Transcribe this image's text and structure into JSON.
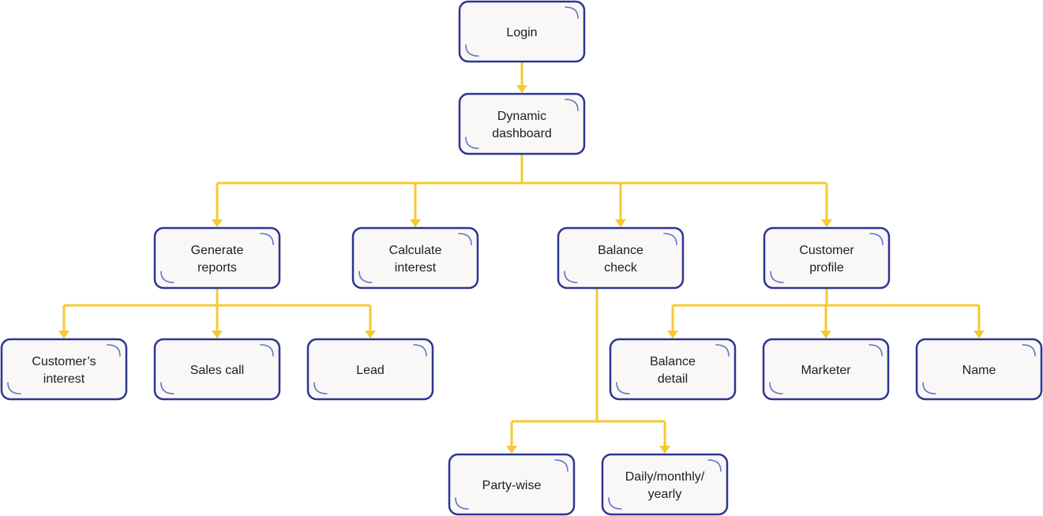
{
  "colors": {
    "node_border": "#2e3590",
    "node_fill": "#f9f8f7",
    "corner_accent": "#6a70c8",
    "connector": "#f7c930",
    "text": "#1e1e1e"
  },
  "nodes": {
    "login": [
      "Login"
    ],
    "dashboard": [
      "Dynamic",
      "dashboard"
    ],
    "generate_reports": [
      "Generate",
      "reports"
    ],
    "calculate_interest": [
      "Calculate",
      "interest"
    ],
    "balance_check": [
      "Balance",
      "check"
    ],
    "customer_profile": [
      "Customer",
      "profile"
    ],
    "customers_interest": [
      "Customer’s",
      "interest"
    ],
    "sales_call": [
      "Sales call"
    ],
    "lead": [
      "Lead"
    ],
    "balance_detail": [
      "Balance",
      "detail"
    ],
    "marketer": [
      "Marketer"
    ],
    "name": [
      "Name"
    ],
    "party_wise": [
      "Party-wise"
    ],
    "period": [
      "Daily/monthly/",
      "yearly"
    ]
  },
  "edges": [
    [
      "login",
      "dashboard"
    ],
    [
      "dashboard",
      "generate_reports"
    ],
    [
      "dashboard",
      "calculate_interest"
    ],
    [
      "dashboard",
      "balance_check"
    ],
    [
      "dashboard",
      "customer_profile"
    ],
    [
      "generate_reports",
      "customers_interest"
    ],
    [
      "generate_reports",
      "sales_call"
    ],
    [
      "generate_reports",
      "lead"
    ],
    [
      "customer_profile",
      "balance_detail"
    ],
    [
      "customer_profile",
      "marketer"
    ],
    [
      "customer_profile",
      "name"
    ],
    [
      "balance_check",
      "party_wise"
    ],
    [
      "balance_check",
      "period"
    ]
  ]
}
